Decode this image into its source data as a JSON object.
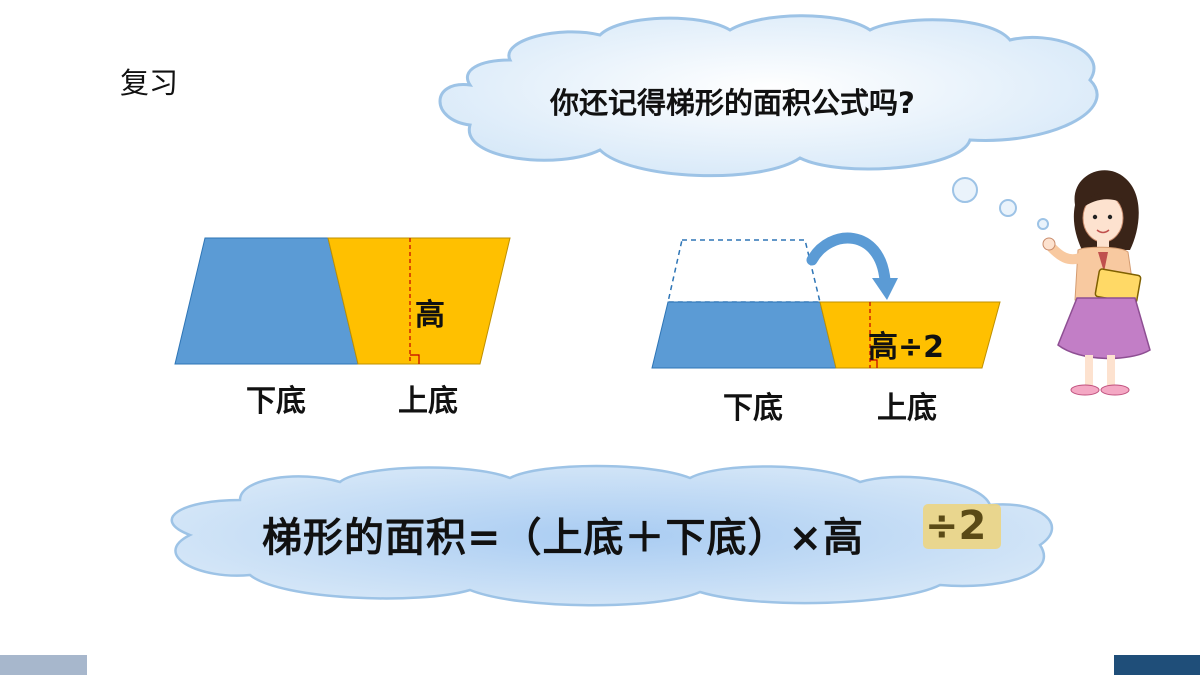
{
  "slide": {
    "title": "复习",
    "question": "你还记得梯形的面积公式吗?"
  },
  "figure_left": {
    "bottom_base_label": "下底",
    "top_base_label": "上底",
    "height_label": "高"
  },
  "figure_right": {
    "bottom_base_label": "下底",
    "top_base_label": "上底",
    "height_label": "高÷2"
  },
  "formula": {
    "text": "梯形的面积=（上底＋下底）×高",
    "highlight": "÷2"
  },
  "colors": {
    "blue_shape": "#5b9bd5",
    "yellow_shape": "#ffc000",
    "cloud_fill": "#d6e8f8",
    "cloud_stroke": "#9dc3e6",
    "highlight_fill": "#ecd584",
    "arrow": "#5b9bd5",
    "bar_light": "#a7b7cc",
    "bar_dark": "#1f4e79"
  },
  "icons": {
    "speech_cloud": "thought-cloud",
    "teacher": "teacher-illustration",
    "rotate_arrow": "curved-arrow-icon"
  }
}
